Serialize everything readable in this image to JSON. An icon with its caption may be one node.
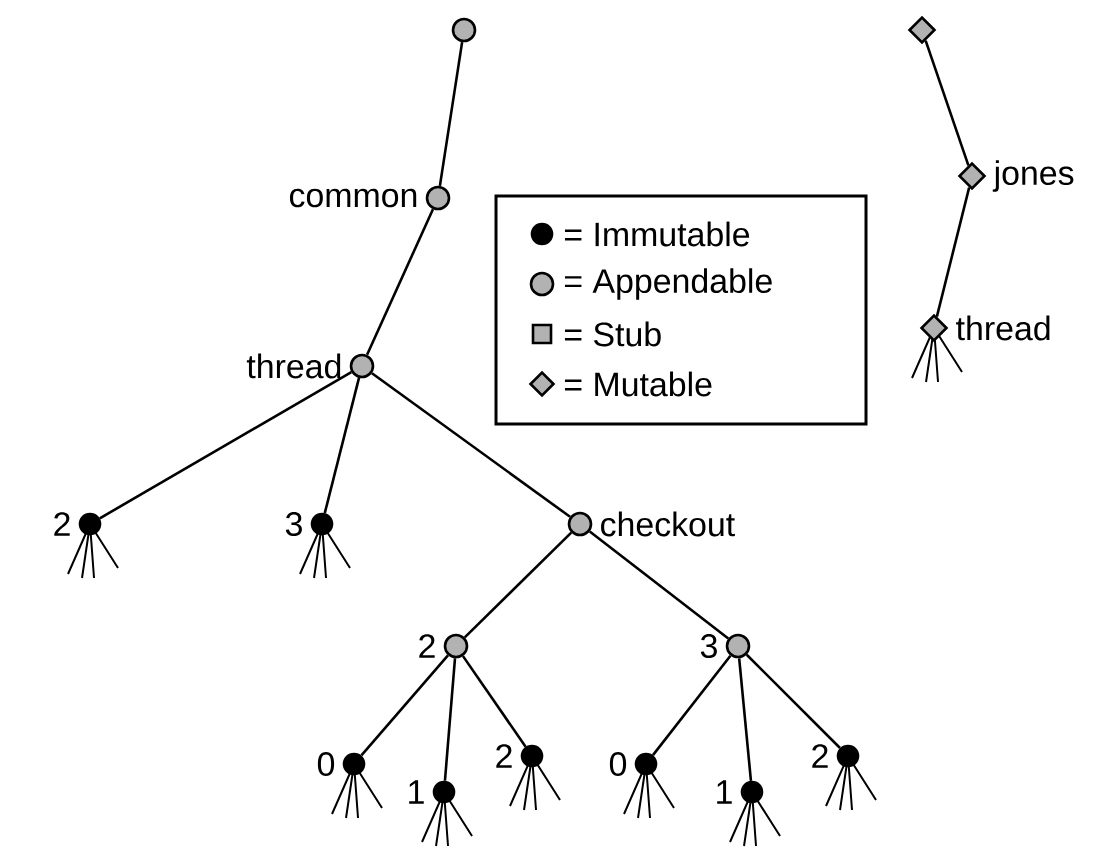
{
  "diagram": {
    "nodes": [
      {
        "text": [],
        "shape": "circle"
      },
      {
        "text": [
          "common"
        ]
      },
      {
        "text": [
          "thread"
        ]
      },
      {
        "text": [
          "2"
        ]
      },
      {
        "text": [
          "3"
        ]
      },
      {
        "text": [
          "checkout"
        ]
      },
      {
        "text": [
          "2"
        ]
      },
      {
        "text": [
          "3"
        ]
      },
      {
        "text": [
          "0"
        ]
      },
      {
        "text": [
          "1"
        ]
      },
      {
        "text": [
          "2"
        ]
      },
      {
        "text": [
          "0"
        ]
      },
      {
        "text": [
          "1"
        ]
      },
      {
        "text": [
          "2"
        ]
      },
      {
        "text": [],
        "shape": "diamond"
      },
      {
        "text": [
          "jones"
        ]
      },
      {
        "text": [
          "thread"
        ]
      }
    ],
    "edges": [
      {
        "from": 0,
        "to": 1,
        "arrow": "none"
      },
      {
        "from": 1,
        "to": 2,
        "arrow": "none"
      },
      {
        "from": 2,
        "to": 3,
        "arrow": "none"
      },
      {
        "from": 2,
        "to": 4,
        "arrow": "none"
      },
      {
        "from": 2,
        "to": 5,
        "arrow": "none"
      },
      {
        "from": 5,
        "to": 6,
        "arrow": "none"
      },
      {
        "from": 5,
        "to": 7,
        "arrow": "none"
      },
      {
        "from": 6,
        "to": 8,
        "arrow": "none"
      },
      {
        "from": 6,
        "to": 9,
        "arrow": "none"
      },
      {
        "from": 6,
        "to": 10,
        "arrow": "none"
      },
      {
        "from": 7,
        "to": 11,
        "arrow": "none"
      },
      {
        "from": 7,
        "to": 12,
        "arrow": "none"
      },
      {
        "from": 7,
        "to": 13,
        "arrow": "none"
      },
      {
        "from": 14,
        "to": 15,
        "arrow": "none"
      },
      {
        "from": 15,
        "to": 16,
        "arrow": "none"
      }
    ],
    "legend": [
      {
        "text": "= Immutable"
      },
      {
        "text": "= Appendable"
      },
      {
        "text": "= Stub"
      },
      {
        "text": "= Mutable"
      }
    ]
  }
}
